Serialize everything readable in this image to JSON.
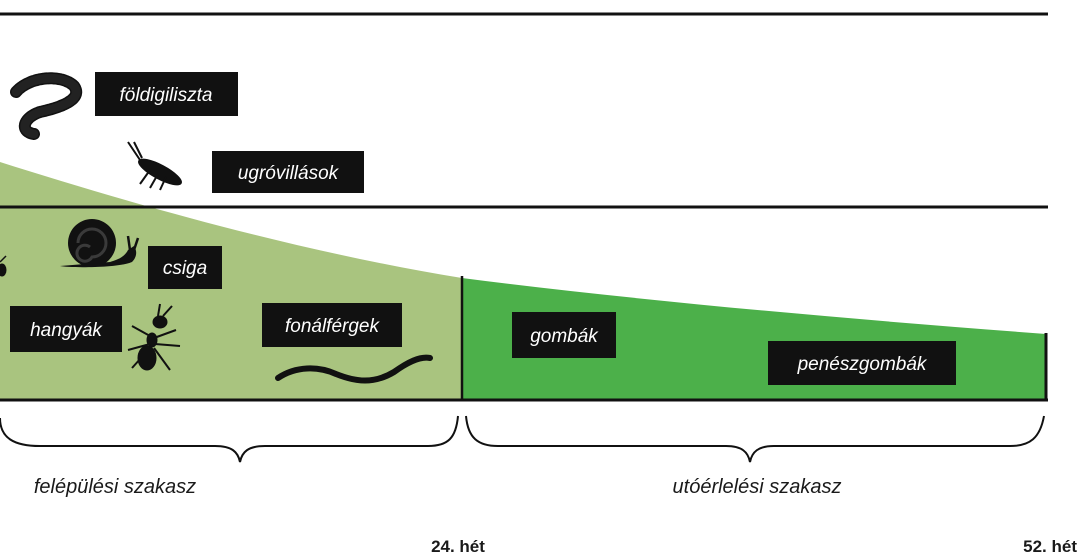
{
  "colors": {
    "build_phase_fill": "#a9c47f",
    "ripening_phase_fill": "#4cb04a",
    "lines": "#111111",
    "label_background": "#111111",
    "label_text": "#ffffff"
  },
  "organisms": {
    "earthworm": "földigiliszta",
    "springtails": "ugróvillások",
    "snail": "csiga",
    "ants": "hangyák",
    "nematodes": "fonálférgek",
    "fungi": "gombák",
    "molds": "penészgombák"
  },
  "icons": {
    "earthworm": "earthworm-icon",
    "springtail": "springtail-icon",
    "snail": "snail-icon",
    "ant": "ant-icon",
    "nematode": "nematode-icon"
  },
  "phases": {
    "build": "felépülési szakasz",
    "ripening": "utóérlelési szakasz"
  },
  "weeks": {
    "mid": "24. hét",
    "end": "52. hét"
  }
}
